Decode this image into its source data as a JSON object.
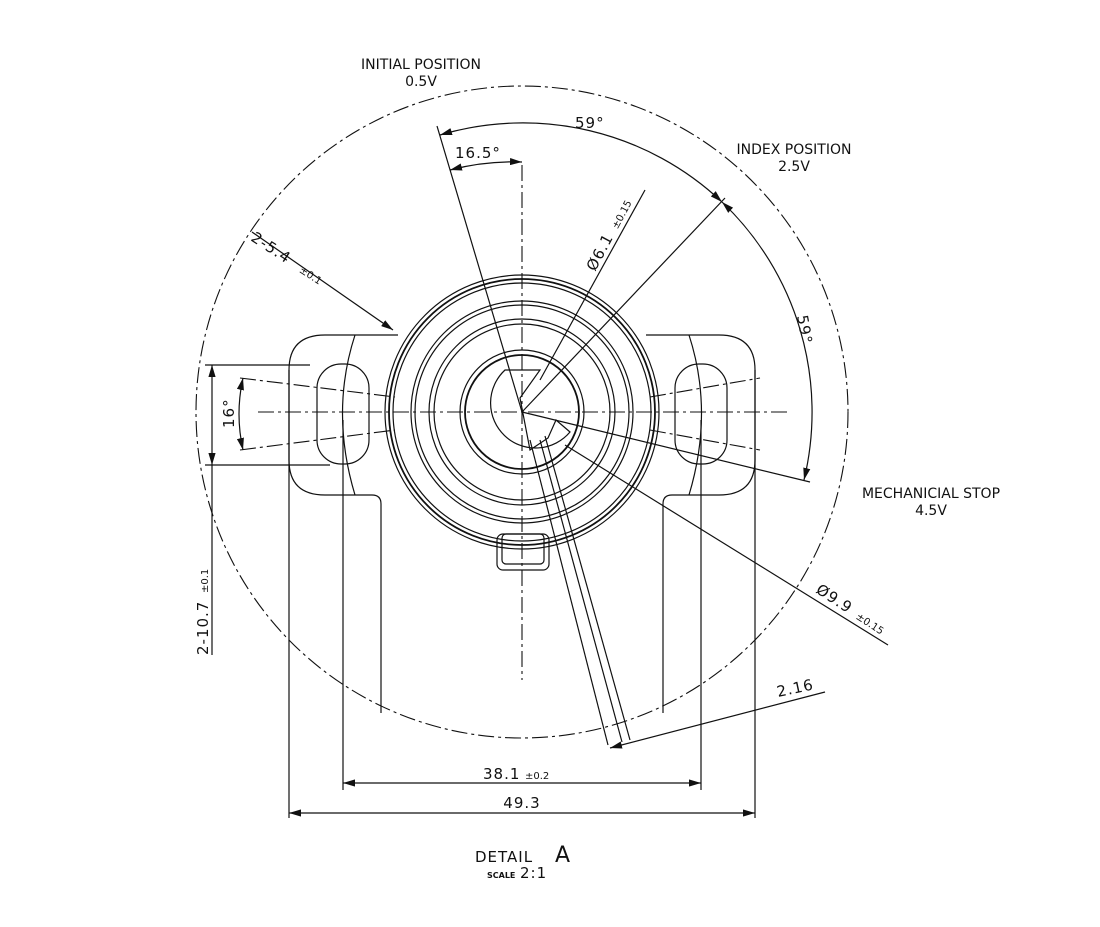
{
  "labels": {
    "initial_position": "INITIAL POSITION",
    "initial_voltage": "0.5V",
    "index_position": "INDEX POSITION",
    "index_voltage": "2.5V",
    "mechanical_stop": "MECHANICIAL STOP",
    "mechanical_voltage": "4.5V"
  },
  "dimensions": {
    "angle_top": "59°",
    "angle_right": "59°",
    "angle_initial": "16.5°",
    "angle_slot": "16°",
    "dia_inner": "Ø6.1",
    "dia_inner_tol": "±0.15",
    "dia_outer": "Ø9.9",
    "dia_outer_tol": "±0.15",
    "slot_width": "2-5.4",
    "slot_width_tol": "±0.1",
    "slot_length": "2-10.7",
    "slot_length_tol": "±0.1",
    "blade": "2.16",
    "hole_spacing": "38.1",
    "hole_spacing_tol": "±0.2",
    "overall_width": "49.3"
  },
  "detail": {
    "title": "DETAIL",
    "letter": "A",
    "scale_label": "SCALE",
    "scale_value": "2:1"
  }
}
